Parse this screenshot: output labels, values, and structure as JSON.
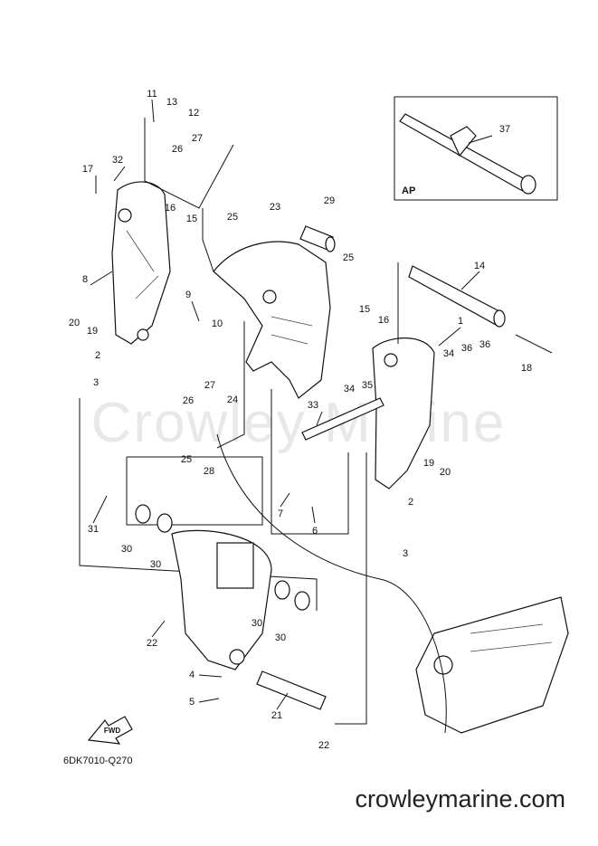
{
  "watermark": "Crowley Marine",
  "inset": {
    "label": "AP",
    "callout": "37"
  },
  "fwd_arrow": "FWD",
  "ref_code": "6DK7010-Q270",
  "footer_site": "crowleymarine.com",
  "callouts": [
    "11",
    "13",
    "12",
    "27",
    "26",
    "32",
    "17",
    "16",
    "15",
    "25",
    "23",
    "29",
    "25",
    "14",
    "8",
    "9",
    "10",
    "15",
    "16",
    "1",
    "36",
    "36",
    "34",
    "20",
    "19",
    "2",
    "3",
    "24",
    "27",
    "26",
    "34",
    "35",
    "18",
    "33",
    "25",
    "28",
    "19",
    "20",
    "7",
    "2",
    "6",
    "3",
    "31",
    "30",
    "30",
    "30",
    "30",
    "22",
    "4",
    "5",
    "21",
    "22"
  ]
}
